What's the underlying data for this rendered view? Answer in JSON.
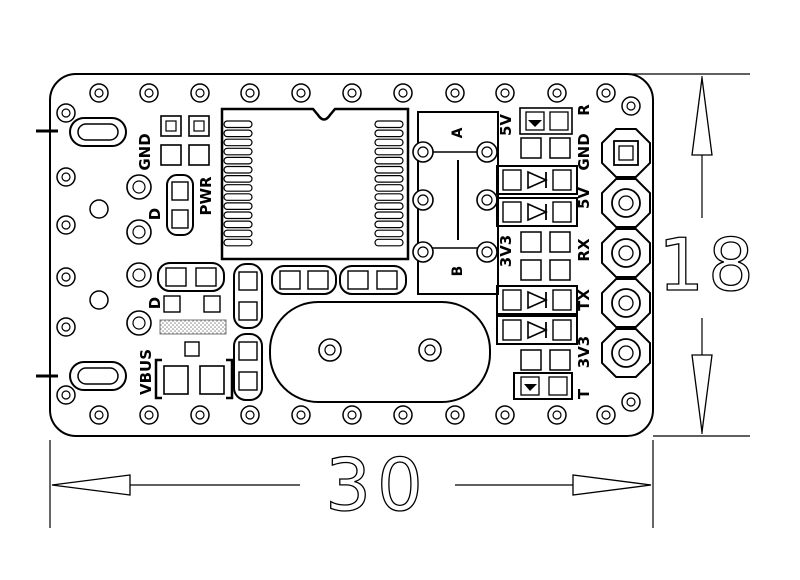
{
  "labels": {
    "gnd_top": "GND",
    "pwr": "PWR",
    "d_top": "D",
    "d_bottom": "D",
    "vbus": "VBUS",
    "five_v_top": "5V",
    "r": "R",
    "a": "A",
    "b": "B",
    "pin_gnd": "GND",
    "pin_5v": "5V",
    "pin_rx": "RX",
    "pin_tx": "TX",
    "pin_3v3": "3V3",
    "three_v3_mid": "3V3",
    "t": "T",
    "dim_width": "30",
    "dim_height": "18"
  }
}
